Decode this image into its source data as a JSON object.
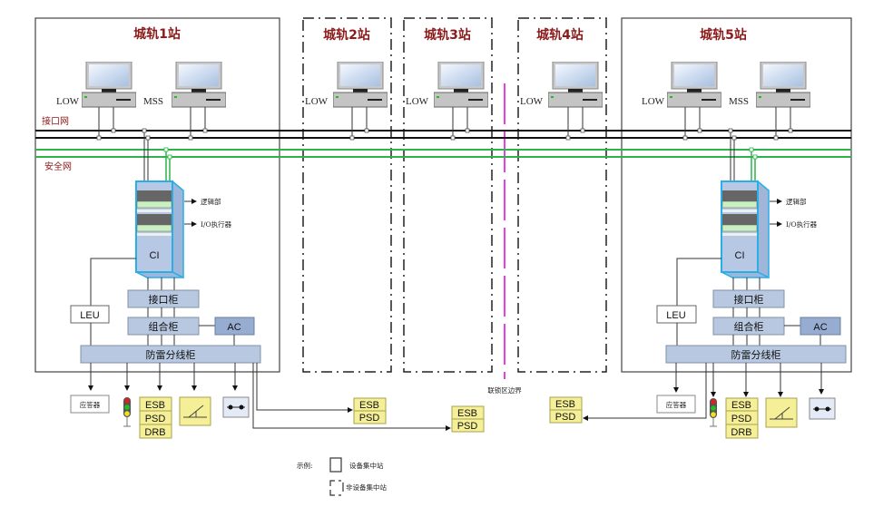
{
  "diagram": {
    "stations": [
      {
        "id": "s1",
        "title": "城轨1站",
        "type": "equipment-concentration",
        "computers": [
          "LOW",
          "MSS"
        ]
      },
      {
        "id": "s2",
        "title": "城轨2站",
        "type": "non-equipment-concentration",
        "computers": [
          "LOW"
        ]
      },
      {
        "id": "s3",
        "title": "城轨3站",
        "type": "non-equipment-concentration",
        "computers": [
          "LOW"
        ]
      },
      {
        "id": "s4",
        "title": "城轨4站",
        "type": "non-equipment-concentration",
        "computers": [
          "LOW"
        ]
      },
      {
        "id": "s5",
        "title": "城轨5站",
        "type": "equipment-concentration",
        "computers": [
          "LOW",
          "MSS"
        ]
      }
    ],
    "networks": {
      "interface": "接口网",
      "safety": "安全网"
    },
    "ci": {
      "label": "CI",
      "logic": "逻辑部",
      "io": "I/O执行器"
    },
    "cabinets": {
      "interface": "接口柜",
      "combination": "组合柜",
      "lightning": "防雷分线柜",
      "ac": "AC",
      "leu": "LEU"
    },
    "field": {
      "transponder": "应答器",
      "esb": "ESB",
      "psd": "PSD",
      "drb": "DRB"
    },
    "boundary_label": "联锁区边界",
    "legend": {
      "prefix": "示例:",
      "solid": "设备集中站",
      "dashed": "非设备集中站"
    },
    "colors": {
      "title": "#8b1a1a",
      "safety_net": "#2db34a",
      "boundary": "#e83ee8",
      "ci_border": "#29aee8",
      "cabinet": "#b8c8e0",
      "field_yellow": "#f5f098"
    }
  }
}
